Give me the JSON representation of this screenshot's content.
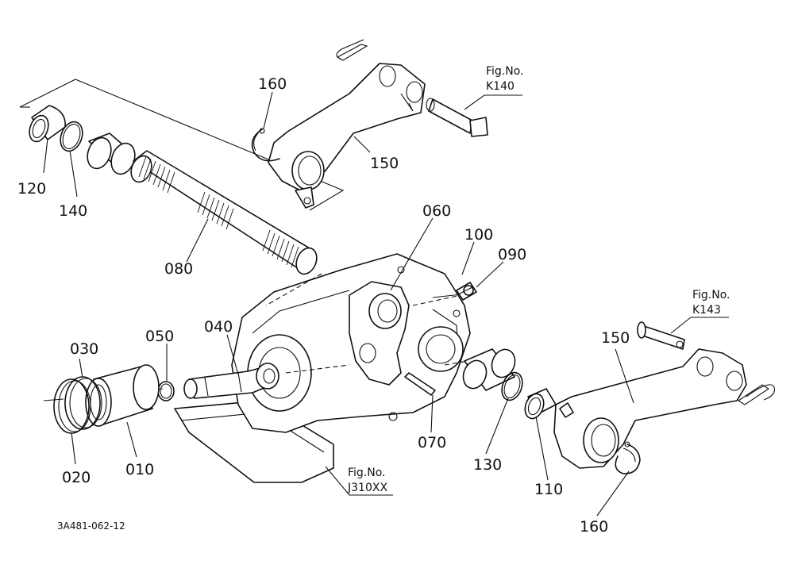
{
  "part_labels": {
    "p160_top": "160",
    "p150_top": "150",
    "p120": "120",
    "p140": "140",
    "p080": "080",
    "p060": "060",
    "p100": "100",
    "p090": "090",
    "p040": "040",
    "p050": "050",
    "p030": "030",
    "p020": "020",
    "p010": "010",
    "p070": "070",
    "p130": "130",
    "p110": "110",
    "p150_right": "150",
    "p160_bottom": "160"
  },
  "figure_refs": {
    "k140": {
      "line1": "Fig.No.",
      "line2": "K140"
    },
    "k143": {
      "line1": "Fig.No.",
      "line2": "K143"
    },
    "j310": {
      "line1": "Fig.No.",
      "line2": "J310XX"
    }
  },
  "drawing_code": "3A481-062-12"
}
